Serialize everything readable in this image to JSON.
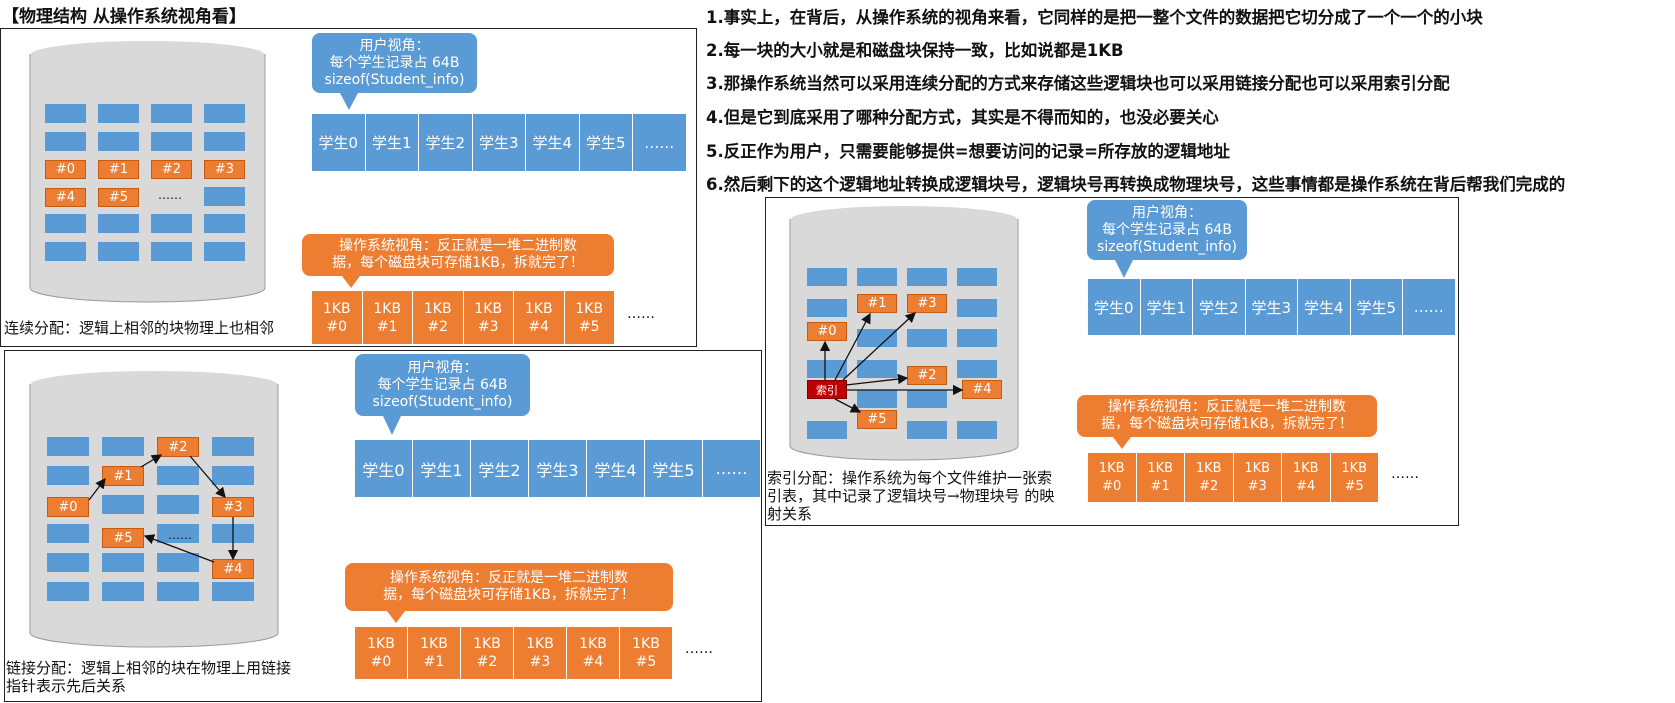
{
  "title": "【物理结构 从操作系统视角看】",
  "notes": [
    "1.事实上，在背后，从操作系统的视角来看，它同样的是把一整个文件的数据把它切分成了一个一个的小块",
    "2.每一块的大小就是和磁盘块保持一致，比如说都是1KB",
    "3.那操作系统当然可以采用连续分配的方式来存储这些逻辑块也可以采用链接分配也可以采用索引分配",
    "4.但是它到底采用了哪种分配方式，其实是不得而知的，也没必要关心",
    "5.反正作为用户，只需要能够提供=想要访问的记录=所存放的逻辑地址",
    "6.然后剩下的这个逻辑地址转换成逻辑块号，逻辑块号再转换成物理块号，这些事情都是操作系统在背后帮我们完成的"
  ],
  "user_view": {
    "line1": "用户视角：",
    "line2": "每个学生记录占 64B",
    "line3": "sizeof(Student_info)"
  },
  "os_view": {
    "line1": "操作系统视角：反正就是一堆二进制数",
    "line2": "据，每个磁盘块可存储1KB，拆就完了！"
  },
  "students": [
    "学生0",
    "学生1",
    "学生2",
    "学生3",
    "学生4",
    "学生5",
    "……"
  ],
  "kb_blocks": [
    {
      "size": "1KB",
      "num": "#0"
    },
    {
      "size": "1KB",
      "num": "#1"
    },
    {
      "size": "1KB",
      "num": "#2"
    },
    {
      "size": "1KB",
      "num": "#3"
    },
    {
      "size": "1KB",
      "num": "#4"
    },
    {
      "size": "1KB",
      "num": "#5"
    }
  ],
  "ellipsis": "……",
  "disk_ellipsis": "……",
  "block_labels": [
    "#0",
    "#1",
    "#2",
    "#3",
    "#4",
    "#5"
  ],
  "index_label": "索引",
  "captions": {
    "contiguous": "连续分配：逻辑上相邻的块物理上也相邻",
    "linked_1": "链接分配：逻辑上相邻的块在物理上用链接",
    "linked_2": "指针表示先后关系",
    "indexed_1": "索引分配：操作系统为每个文件维护一张索",
    "indexed_2": "引表，其中记录了逻辑块号→物理块号 的映",
    "indexed_3": "射关系"
  },
  "colors": {
    "block_blue": "#5b9bd5",
    "block_orange": "#ed7d31",
    "index_red": "#c00000",
    "drum": "#d9d9d9"
  }
}
